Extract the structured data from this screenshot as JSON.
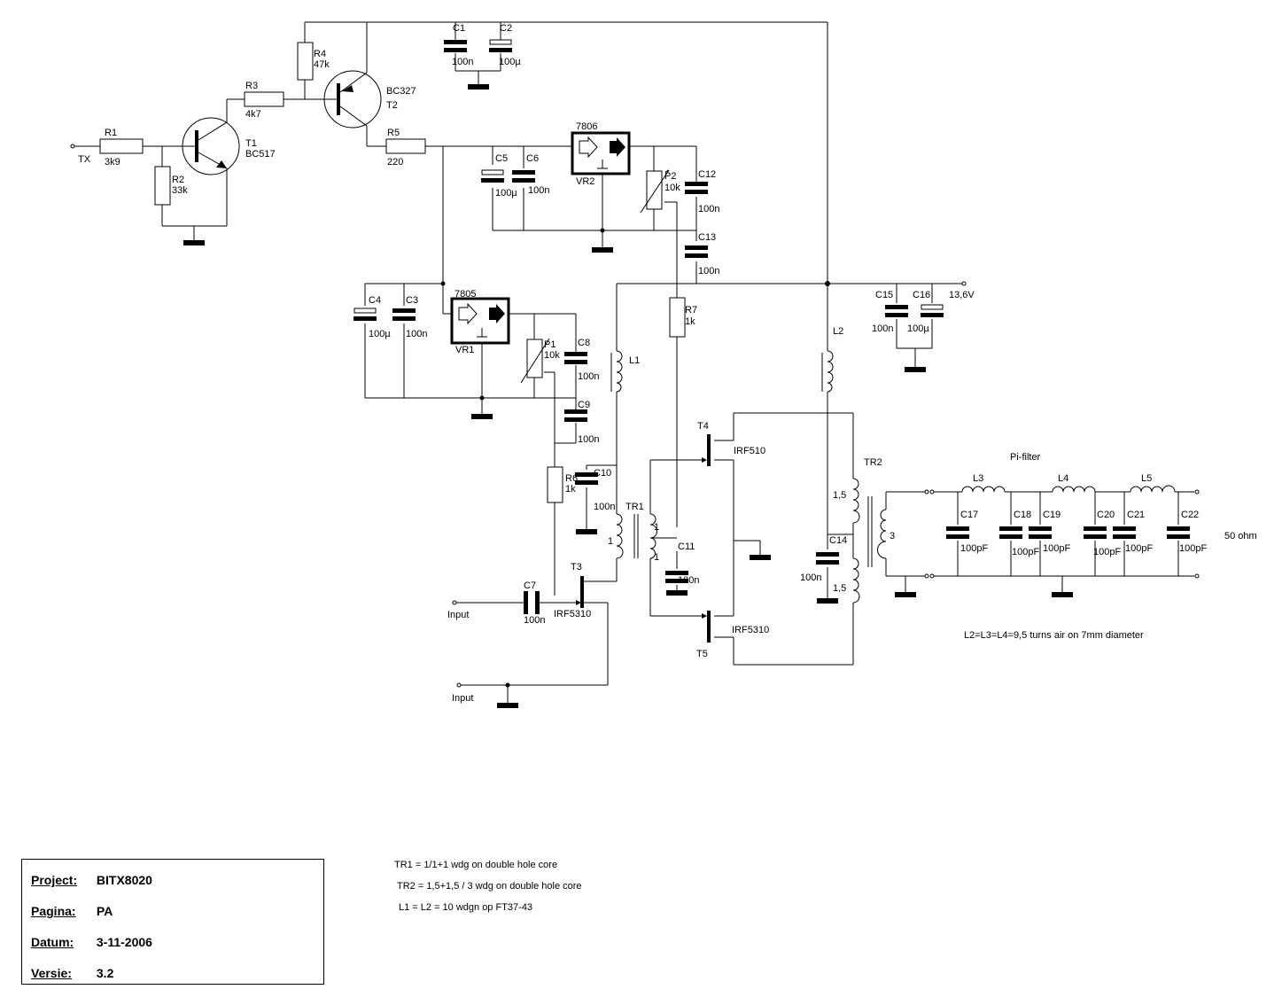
{
  "components": {
    "tx": "TX",
    "r1": {
      "ref": "R1",
      "val": "3k9"
    },
    "r2": {
      "ref": "R2",
      "val": "33k"
    },
    "r3": {
      "ref": "R3",
      "val": "4k7"
    },
    "r4": {
      "ref": "R4",
      "val": "47k"
    },
    "r5": {
      "ref": "R5",
      "val": "220"
    },
    "r6": {
      "ref": "R6",
      "val": "1k"
    },
    "r7": {
      "ref": "R7",
      "val": "1k"
    },
    "t1": {
      "ref": "T1",
      "type": "BC517"
    },
    "t2": {
      "ref": "T2",
      "type": "BC327"
    },
    "t3": {
      "ref": "T3",
      "type": "IRF5310"
    },
    "t4": {
      "ref": "T4",
      "type": "IRF510"
    },
    "t5": {
      "ref": "T5",
      "type": "IRF5310"
    },
    "c1": {
      "ref": "C1",
      "val": "100n"
    },
    "c2": {
      "ref": "C2",
      "val": "100µ"
    },
    "c3": {
      "ref": "C3",
      "val": "100n"
    },
    "c4": {
      "ref": "C4",
      "val": "100µ"
    },
    "c5": {
      "ref": "C5",
      "val": "100µ"
    },
    "c6": {
      "ref": "C6",
      "val": "100n"
    },
    "c7": {
      "ref": "C7",
      "val": "100n"
    },
    "c8": {
      "ref": "C8",
      "val": "100n"
    },
    "c9": {
      "ref": "C9",
      "val": "100n"
    },
    "c10": {
      "ref": "C10",
      "val": "100n"
    },
    "c11": {
      "ref": "C11",
      "val": "100n"
    },
    "c12": {
      "ref": "C12",
      "val": "100n"
    },
    "c13": {
      "ref": "C13",
      "val": "100n"
    },
    "c14": {
      "ref": "C14",
      "val": "100n"
    },
    "c15": {
      "ref": "C15",
      "val": "100n"
    },
    "c16": {
      "ref": "C16",
      "val": "100µ"
    },
    "c17": {
      "ref": "C17",
      "val": "100pF"
    },
    "c18": {
      "ref": "C18",
      "val": "100pF"
    },
    "c19": {
      "ref": "C19",
      "val": "100pF"
    },
    "c20": {
      "ref": "C20",
      "val": "100pF"
    },
    "c21": {
      "ref": "C21",
      "val": "100pF"
    },
    "c22": {
      "ref": "C22",
      "val": "100pF"
    },
    "vr1": {
      "ref": "VR1",
      "type": "7805"
    },
    "vr2": {
      "ref": "VR2",
      "type": "7806"
    },
    "p1": {
      "ref": "P1",
      "val": "10k"
    },
    "p2": {
      "ref": "P2",
      "val": "10k"
    },
    "l1": "L1",
    "l2": "L2",
    "l3": "L3",
    "l4": "L4",
    "l5": "L5",
    "tr1": {
      "ref": "TR1",
      "w1": "1",
      "w2": "1",
      "w3": "1"
    },
    "tr2": {
      "ref": "TR2",
      "w1": "1,5",
      "w2": "1,5",
      "w3": "3"
    },
    "supply": "13,6V",
    "input1": "Input",
    "input2": "Input",
    "pi_filter": "Pi-filter",
    "output": "50 ohm"
  },
  "notes": {
    "coil_note": "L2=L3=L4=9,5 turns air on 7mm diameter",
    "tr1_note": "TR1 = 1/1+1 wdg on double hole core",
    "tr2_note": "TR2 = 1,5+1,5 / 3 wdg on double hole core",
    "l1l2_note": "L1 = L2 = 10 wdgn op FT37-43"
  },
  "title_block": {
    "project_label": "Project:",
    "project": "BITX8020",
    "page_label": "Pagina:",
    "page": "PA",
    "date_label": "Datum:",
    "date": "3-11-2006",
    "version_label": "Versie:",
    "version": "3.2"
  }
}
